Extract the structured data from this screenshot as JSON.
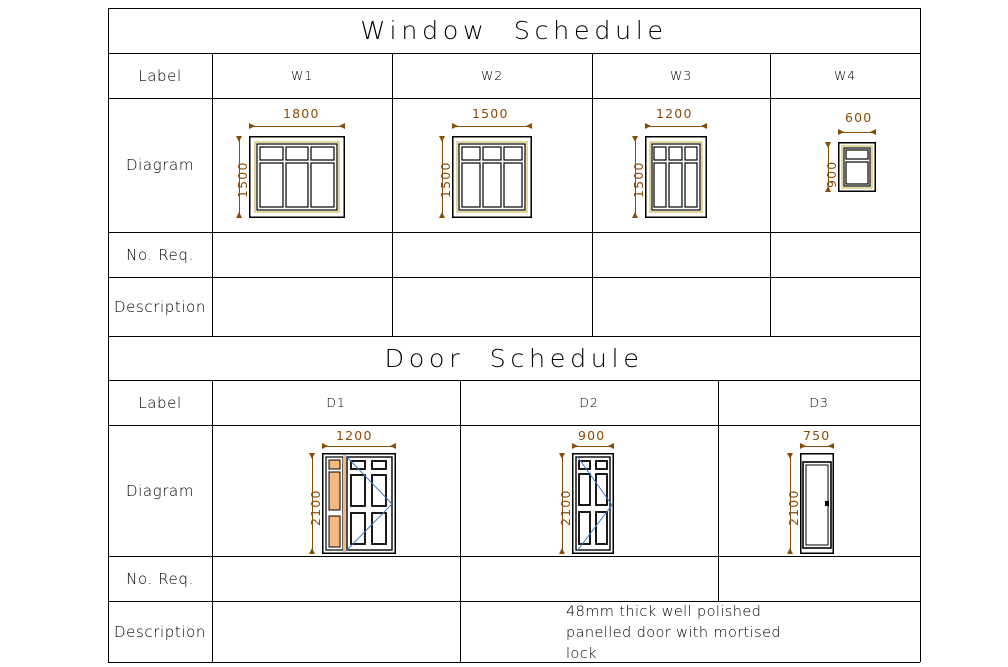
{
  "sheet": {
    "background": "#ffffff",
    "line_color": "#000000",
    "dimension_color": "#8a4b09",
    "swing_color": "#3c78d8",
    "panel_fill": "#f5b97f"
  },
  "window_schedule": {
    "title": "Window  Schedule",
    "row_labels": {
      "label": "Label",
      "diagram": "Diagram",
      "no_req": "No. Req.",
      "description": "Description"
    },
    "columns": [
      {
        "label": "W1",
        "width_mm": "1800",
        "height_mm": "1500",
        "no_req": "",
        "description": ""
      },
      {
        "label": "W2",
        "width_mm": "1500",
        "height_mm": "1500",
        "no_req": "",
        "description": ""
      },
      {
        "label": "W3",
        "width_mm": "1200",
        "height_mm": "1500",
        "no_req": "",
        "description": ""
      },
      {
        "label": "W4",
        "width_mm": "600",
        "height_mm": "900",
        "no_req": "",
        "description": ""
      }
    ]
  },
  "door_schedule": {
    "title": "Door  Schedule",
    "row_labels": {
      "label": "Label",
      "diagram": "Diagram",
      "no_req": "No. Req.",
      "description": "Description"
    },
    "columns": [
      {
        "label": "D1",
        "width_mm": "1200",
        "height_mm": "2100",
        "no_req": "",
        "description": ""
      },
      {
        "label": "D2",
        "width_mm": "900",
        "height_mm": "2100",
        "no_req": "",
        "description": "48mm thick well polished\npanelled door with mortised\nlock"
      },
      {
        "label": "D3",
        "width_mm": "750",
        "height_mm": "2100",
        "no_req": "",
        "description": ""
      }
    ]
  }
}
